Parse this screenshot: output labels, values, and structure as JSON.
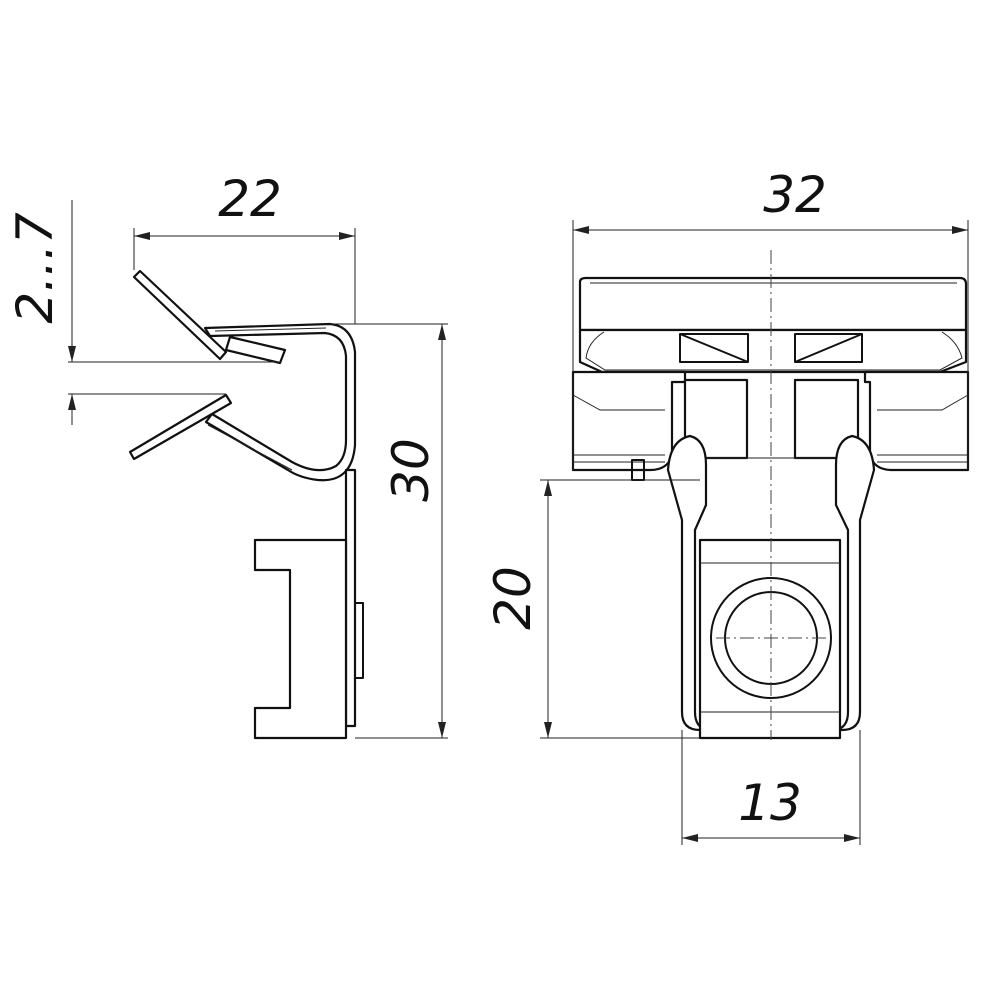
{
  "dimensions": {
    "side_width": "22",
    "gap": "2...7",
    "side_height": "30",
    "front_width": "32",
    "front_height": "20",
    "nut_width": "13"
  }
}
